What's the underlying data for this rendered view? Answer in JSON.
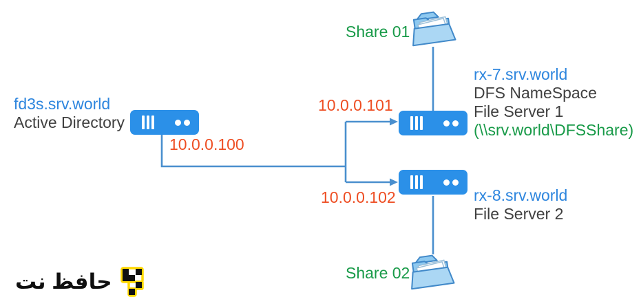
{
  "colors": {
    "host_blue": "#2e86de",
    "ip_orange": "#ee4e23",
    "share_green": "#189a48",
    "text_gray": "#404040",
    "line_blue": "#4a8fce",
    "server_blue": "#2b90e8",
    "folder_fill": "#abd7f4",
    "folder_stroke": "#4189c9",
    "logo_yellow": "#ffd800",
    "logo_black": "#111111"
  },
  "nodes": {
    "active_directory": {
      "hostname": "fd3s.srv.world",
      "role": "Active Directory",
      "ip": "10.0.0.100",
      "icon": "server-icon"
    },
    "file_server_1": {
      "hostname": "rx-7.srv.world",
      "role_line1": "DFS NameSpace",
      "role_line2": "File Server 1",
      "share_path": "(\\\\srv.world\\DFSShare)",
      "ip": "10.0.0.101",
      "icon": "server-icon"
    },
    "file_server_2": {
      "hostname": "rx-8.srv.world",
      "role": "File Server 2",
      "ip": "10.0.0.102",
      "icon": "server-icon"
    }
  },
  "shares": {
    "share_01": {
      "label": "Share 01",
      "icon": "open-folder-icon"
    },
    "share_02": {
      "label": "Share 02",
      "icon": "open-folder-icon"
    }
  },
  "logo": {
    "text": "حافظ نت",
    "icon": "pixel-logo-icon"
  }
}
